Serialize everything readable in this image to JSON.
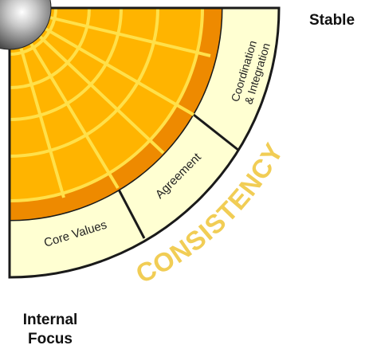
{
  "labels": {
    "top_right": "Stable",
    "bottom_left_line1": "Internal",
    "bottom_left_line2": "Focus"
  },
  "ring": {
    "arc_label": "CONSISTENCY",
    "segments": [
      {
        "label_lines": [
          "Core Values"
        ]
      },
      {
        "label_lines": [
          "Agreement"
        ]
      },
      {
        "label_lines": [
          "Coordination",
          "& Integration"
        ]
      }
    ]
  },
  "colors": {
    "orange_outer": "#ee8a00",
    "orange_inner": "#ffb400",
    "grid_lines": "#ffe04a",
    "band_fill": "#ffffd2",
    "band_stroke": "#1a1a1a",
    "arc_text": "#f1cd55",
    "hub": "#7a7a7a"
  }
}
